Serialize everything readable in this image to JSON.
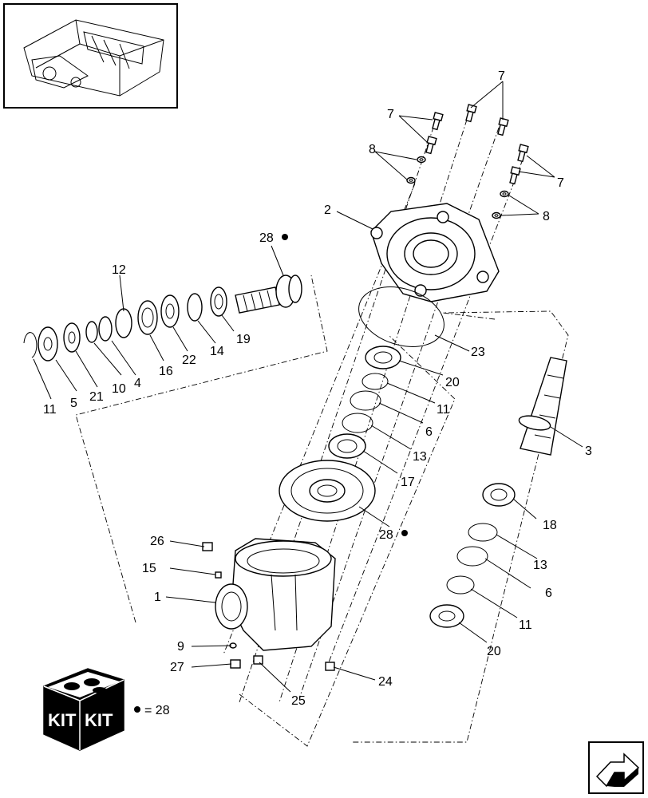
{
  "callouts": [
    {
      "id": "c7a",
      "text": "7"
    },
    {
      "id": "c7b",
      "text": "7"
    },
    {
      "id": "c7c",
      "text": "7"
    },
    {
      "id": "c8a",
      "text": "8"
    },
    {
      "id": "c8b",
      "text": "8"
    },
    {
      "id": "c2",
      "text": "2"
    },
    {
      "id": "c28a",
      "text": "28"
    },
    {
      "id": "c12",
      "text": "12"
    },
    {
      "id": "c19",
      "text": "19"
    },
    {
      "id": "c14",
      "text": "14"
    },
    {
      "id": "c22",
      "text": "22"
    },
    {
      "id": "c16",
      "text": "16"
    },
    {
      "id": "c4",
      "text": "4"
    },
    {
      "id": "c10",
      "text": "10"
    },
    {
      "id": "c21",
      "text": "21"
    },
    {
      "id": "c5",
      "text": "5"
    },
    {
      "id": "c11a",
      "text": "11"
    },
    {
      "id": "c23",
      "text": "23"
    },
    {
      "id": "c20a",
      "text": "20"
    },
    {
      "id": "c11b",
      "text": "11"
    },
    {
      "id": "c6a",
      "text": "6"
    },
    {
      "id": "c13a",
      "text": "13"
    },
    {
      "id": "c17",
      "text": "17"
    },
    {
      "id": "c3",
      "text": "3"
    },
    {
      "id": "c28b",
      "text": "28"
    },
    {
      "id": "c18",
      "text": "18"
    },
    {
      "id": "c13b",
      "text": "13"
    },
    {
      "id": "c6b",
      "text": "6"
    },
    {
      "id": "c11c",
      "text": "11"
    },
    {
      "id": "c20b",
      "text": "20"
    },
    {
      "id": "c26",
      "text": "26"
    },
    {
      "id": "c15",
      "text": "15"
    },
    {
      "id": "c1",
      "text": "1"
    },
    {
      "id": "c9",
      "text": "9"
    },
    {
      "id": "c27",
      "text": "27"
    },
    {
      "id": "c25",
      "text": "25"
    },
    {
      "id": "c24",
      "text": "24"
    }
  ],
  "kit": {
    "box_text_left": "KIT",
    "box_text_right": "KIT",
    "legend_text": "= 28"
  },
  "icons": {
    "thumbnail": "machine-thumbnail-icon",
    "next_page": "next-page-arrow-icon",
    "kit_box": "kit-box-icon"
  }
}
